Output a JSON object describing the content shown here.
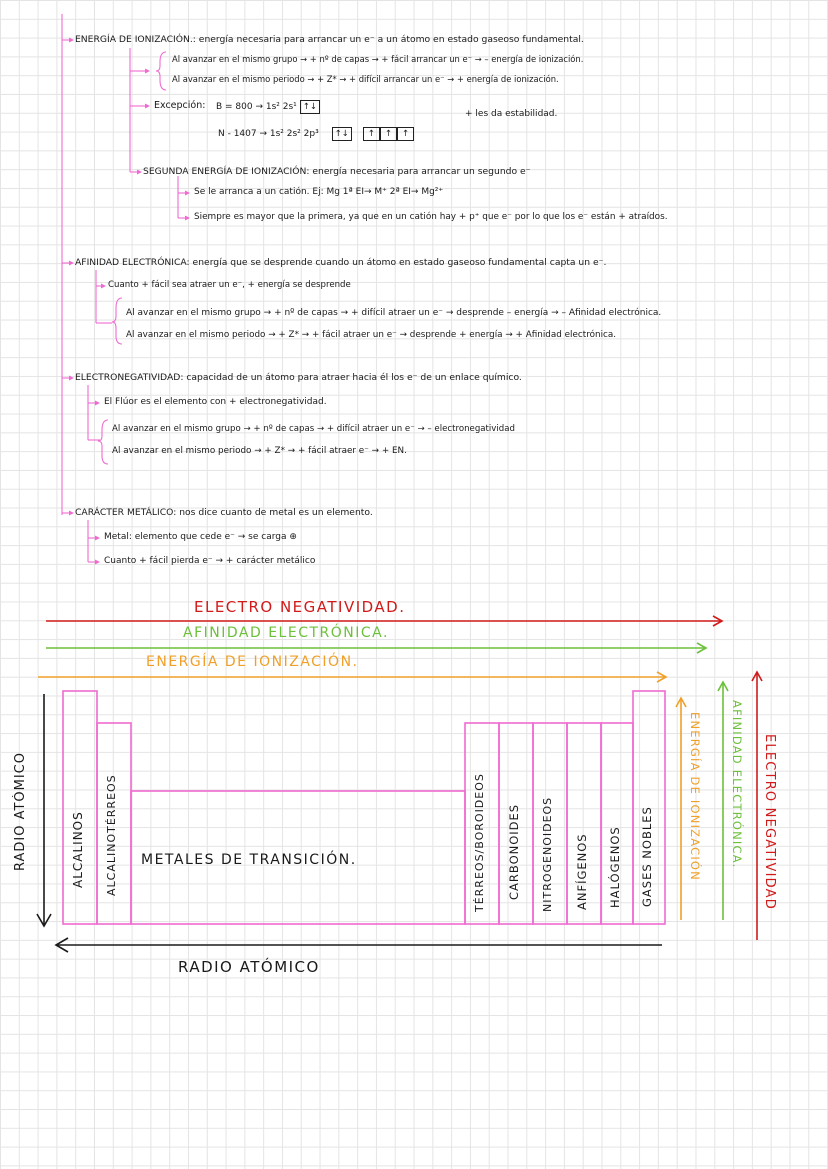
{
  "notes": {
    "ionizacion": {
      "title": "ENERGÍA DE IONIZACIÓN.: energía necesaria para arrancar un e⁻ a un átomo en estado gaseoso fundamental.",
      "rule_group": "Al avanzar en el mismo grupo → + nº de capas → + fácil arrancar un e⁻ → – energía de ionización.",
      "rule_period": "Al avanzar en el mismo periodo → + Z* → + difícil arrancar un e⁻ → + energía de ionización.",
      "exception_label": "Excepción:",
      "exception_b": "B = 800 → 1s² 2s¹",
      "exception_b_box": "↑↓",
      "exception_n": "N - 1407 → 1s² 2s² 2p³",
      "exception_n_boxes": [
        "↑↓",
        "↑",
        "↑",
        "↑"
      ],
      "exception_note": "+ les da estabilidad.",
      "second_title": "SEGUNDA ENERGÍA DE IONIZACIÓN: energía necesaria para arrancar un segundo e⁻",
      "second_cation": "Se le arranca a un catión. Ej: Mg 1ª EI→ M⁺ 2ª EI→ Mg²⁺",
      "second_always": "Siempre es mayor que la primera, ya que en un catión hay + p⁺ que e⁻ por lo que los e⁻ están + atraídos."
    },
    "afinidad": {
      "title": "AFINIDAD ELECTRÓNICA: energía que se desprende cuando un átomo en estado gaseoso fundamental capta un e⁻.",
      "easy": "Cuanto + fácil sea atraer un e⁻, + energía se desprende",
      "rule_group": "Al avanzar en el mismo grupo → + nº de capas → + difícil atraer un e⁻ → desprende – energía → – Afinidad electrónica.",
      "rule_period": "Al avanzar en el mismo periodo → + Z* → + fácil atraer un e⁻ → desprende + energía → + Afinidad electrónica."
    },
    "electroneg": {
      "title": "ELECTRONEGATIVIDAD: capacidad de un átomo para atraer hacia él los e⁻ de un enlace químico.",
      "fluor": "El Flúor es el elemento con + electronegatividad.",
      "rule_group": "Al avanzar en el mismo grupo → + nº de capas → + difícil atraer un e⁻ → – electronegatividad",
      "rule_period": "Al avanzar en el mismo periodo → + Z* → + fácil atraer e⁻ → + EN."
    },
    "metalico": {
      "title": "CARÁCTER METÁLICO: nos dice cuanto de metal es un elemento.",
      "metal": "Metal: elemento que cede e⁻ → se carga ⊕",
      "easier": "Cuanto + fácil pierda e⁻ → + carácter metálico"
    }
  },
  "diagram": {
    "top_labels": {
      "electroneg": "ELECTRO NEGATIVIDAD.",
      "afinidad": "AFINIDAD ELECTRÓNICA.",
      "ionizacion": "ENERGÍA DE IONIZACIÓN."
    },
    "groups": {
      "alcalinos": "ALCALINOS",
      "alcalinoterreos": "ALCALINOTÉRREOS",
      "transicion": "METALES DE TRANSICIÓN.",
      "terreos": "TÉRREOS/BOROIDEOS",
      "carbonoides": "CARBONOIDES",
      "nitrogenoideos": "NITROGENOIDEOS",
      "anfigenos": "ANFÍGENOS",
      "halogenos": "HALÓGENOS",
      "gases_nobles": "GASES NOBLES"
    },
    "side_labels": {
      "radio_left": "RADIO ATÓMICO",
      "radio_bottom": "RADIO ATÓMICO",
      "ionizacion": "ENERGÍA DE IONIZACIÓN",
      "afinidad": "AFINIDAD ELECTRÓNICA.",
      "electroneg": "ELECTRO NEGATIVIDAD"
    },
    "colors": {
      "pink": "#f06bd0",
      "red": "#d11a1a",
      "green": "#6cc03a",
      "orange": "#f0a028",
      "ink": "#1a1a1a"
    }
  }
}
